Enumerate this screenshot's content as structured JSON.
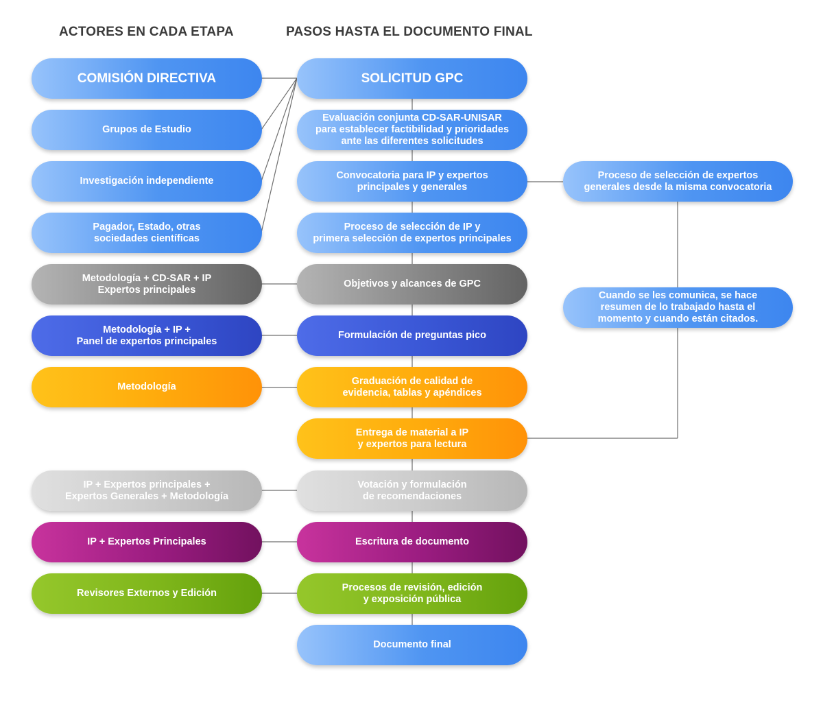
{
  "headers": {
    "actors": "ACTORES EN CADA ETAPA",
    "steps": "PASOS HASTA EL DOCUMENTO FINAL"
  },
  "actors": [
    "COMISIÓN DIRECTIVA",
    "Grupos de Estudio",
    "Investigación independiente",
    "Pagador, Estado, otras\nsociedades científicas",
    "Metodología + CD-SAR + IP\nExpertos principales",
    "Metodología + IP +\nPanel de expertos principales",
    "Metodología",
    "IP + Expertos principales +\nExpertos Generales + Metodología",
    "IP + Expertos Principales",
    "Revisores Externos y Edición"
  ],
  "steps": [
    "SOLICITUD GPC",
    "Evaluación conjunta CD-SAR-UNISAR\npara establecer factibilidad y prioridades\nante las diferentes solicitudes",
    "Convocatoria para IP y expertos\nprincipales y generales",
    "Proceso de selección de IP y\nprimera selección de expertos principales",
    "Objetivos y alcances de GPC",
    "Formulación de preguntas pico",
    "Graduación de calidad de\nevidencia, tablas y apéndices",
    "Entrega de material a IP\ny expertos para lectura",
    "Votación y formulación\nde recomendaciones",
    "Escritura de documento",
    "Procesos de revisión, edición\ny exposición pública",
    "Documento final"
  ],
  "side_notes": [
    "Proceso de selección de expertos\ngenerales desde la misma convocatoria",
    "Cuando se les comunica, se hace\nresumen de lo trabajado hasta el\nmomento y cuando están citados."
  ],
  "colors": {
    "blue": "#4f95f2",
    "gray": "#8f8f8f",
    "indigo": "#3a57d6",
    "orange": "#ffad0d",
    "light_gray": "#cdcdcd",
    "purple": "#9a1c80",
    "green": "#7fb61b",
    "connector": "#6f6f6f"
  }
}
